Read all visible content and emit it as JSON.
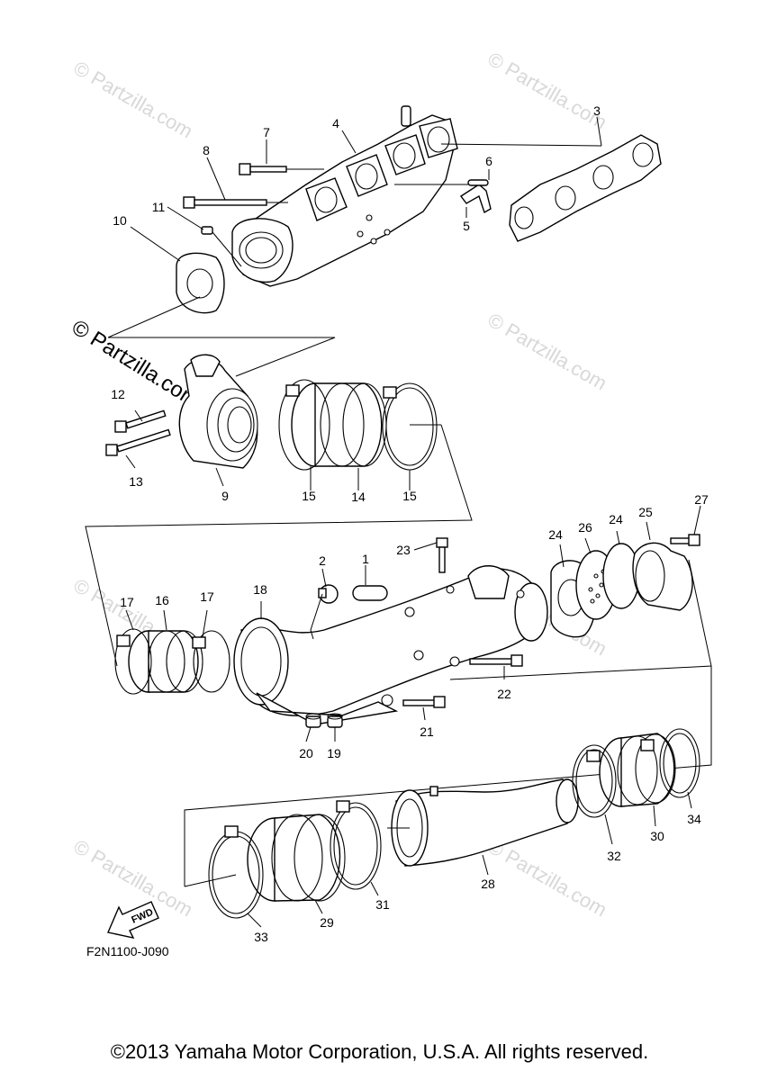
{
  "diagram_code": "F2N1100-J090",
  "direction_label": "FWD",
  "watermark_text": "© Partzilla.com",
  "copyright": "©2013 Yamaha Motor Corporation, U.S.A. All rights reserved.",
  "part_numbers": {
    "p1": "1",
    "p2": "2",
    "p3": "3",
    "p4": "4",
    "p5": "5",
    "p6": "6",
    "p7": "7",
    "p8": "8",
    "p9": "9",
    "p10": "10",
    "p11": "11",
    "p12": "12",
    "p13": "13",
    "p14": "14",
    "p15a": "15",
    "p15b": "15",
    "p16": "16",
    "p17a": "17",
    "p17b": "17",
    "p18": "18",
    "p19": "19",
    "p20": "20",
    "p21": "21",
    "p22": "22",
    "p23": "23",
    "p24a": "24",
    "p24b": "24",
    "p25": "25",
    "p26": "26",
    "p27": "27",
    "p28": "28",
    "p29": "29",
    "p30": "30",
    "p31": "31",
    "p32": "32",
    "p33": "33",
    "p34": "34"
  }
}
